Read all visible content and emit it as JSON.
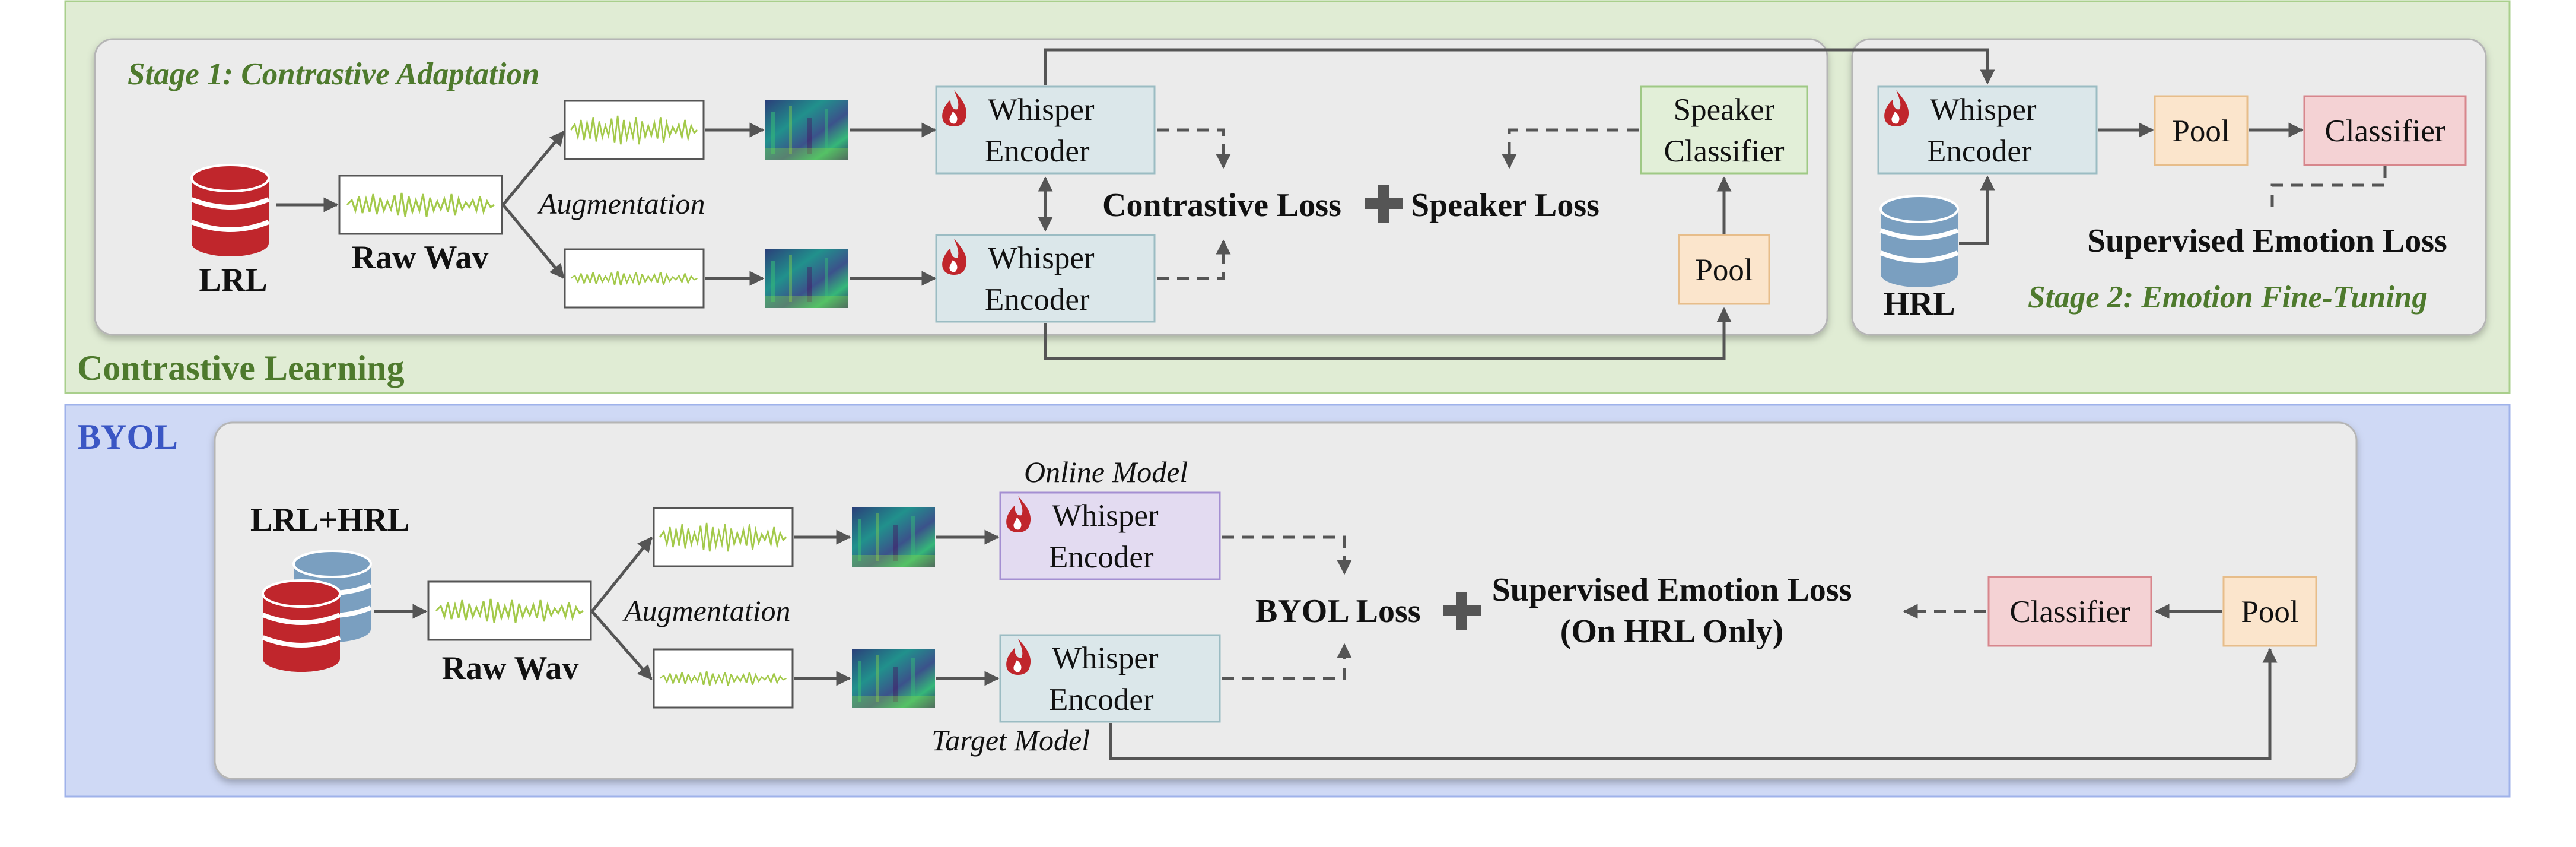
{
  "sections": {
    "contrastive": {
      "label": "Contrastive Learning",
      "stage1_title": "Stage 1: Contrastive Adaptation",
      "stage2_title": "Stage 2: Emotion Fine-Tuning",
      "lrl": "LRL",
      "raw_wav": "Raw Wav",
      "augmentation": "Augmentation",
      "encoder_line1": "Whisper",
      "encoder_line2": "Encoder",
      "contrastive_loss": "Contrastive Loss",
      "speaker_loss": "Speaker Loss",
      "speaker_classifier_line1": "Speaker",
      "speaker_classifier_line2": "Classifier",
      "pool": "Pool",
      "classifier": "Classifier",
      "hrl": "HRL",
      "supervised_loss": "Supervised Emotion Loss"
    },
    "byol": {
      "label": "BYOL",
      "lrl_hrl": "LRL+HRL",
      "raw_wav": "Raw Wav",
      "augmentation": "Augmentation",
      "online_model": "Online Model",
      "target_model": "Target Model",
      "encoder_line1": "Whisper",
      "encoder_line2": "Encoder",
      "byol_loss": "BYOL Loss",
      "supervised_loss_line1": "Supervised Emotion Loss",
      "supervised_loss_line2": "(On HRL Only)",
      "classifier": "Classifier",
      "pool": "Pool"
    }
  },
  "icons": {
    "database_lrl": "database-icon",
    "database_hrl": "database-icon",
    "flame": "flame-icon",
    "waveform": "waveform-icon",
    "spectrogram": "spectrogram-icon",
    "plus": "plus-icon"
  },
  "colors": {
    "green_panel": "#e0ecd4",
    "green_border": "#a9cf8c",
    "blue_panel": "#cfd9f5",
    "blue_border": "#9fb2ea",
    "encoder_fill": "#dbe7ea",
    "encoder_border": "#9bbcc3",
    "online_fill": "#e3dbf1",
    "online_border": "#a48fd2",
    "pool_fill": "#fbe5cc",
    "pool_border": "#e7bd8a",
    "classifier_fill": "#f4d2d4",
    "classifier_border": "#d7868c",
    "speaker_fill": "#e2efd8",
    "speaker_border": "#9fc985",
    "lrl_db": "#c0262c",
    "hrl_db": "#7a9fc0",
    "waveform": "#a3c94a"
  }
}
